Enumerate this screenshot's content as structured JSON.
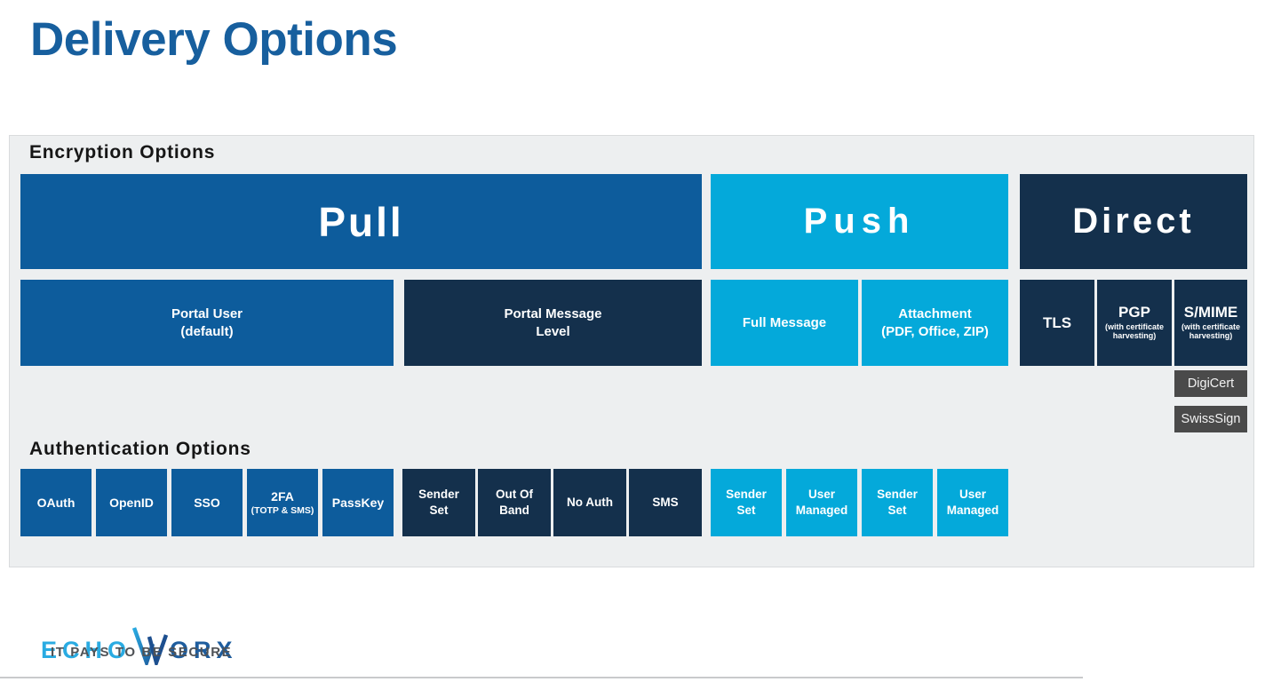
{
  "title": "Delivery Options",
  "sections": {
    "encryption_label": "Encryption Options",
    "authentication_label": "Authentication Options"
  },
  "encryption": {
    "headers": {
      "pull": "Pull",
      "push": "Push",
      "direct": "Direct"
    },
    "pull_options": {
      "portal_user": {
        "line1": "Portal User",
        "line2": "(default)"
      },
      "portal_message": {
        "line1": "Portal Message",
        "line2": "Level"
      }
    },
    "push_options": {
      "full_message": "Full Message",
      "attachment": {
        "line1": "Attachment",
        "line2": "(PDF, Office, ZIP)"
      }
    },
    "direct_options": {
      "tls": "TLS",
      "pgp": {
        "label": "PGP",
        "sub": "(with certificate harvesting)"
      },
      "smime": {
        "label": "S/MIME",
        "sub": "(with certificate harvesting)"
      },
      "certificate_authorities": [
        "DigiCert",
        "SwissSign"
      ]
    }
  },
  "authentication": {
    "pull_user_methods": [
      {
        "label": "OAuth"
      },
      {
        "label": "OpenID"
      },
      {
        "label": "SSO"
      },
      {
        "label": "2FA",
        "sub": "(TOTP & SMS)"
      },
      {
        "label": "PassKey"
      }
    ],
    "pull_message_methods": [
      {
        "line1": "Sender",
        "line2": "Set"
      },
      {
        "line1": "Out Of",
        "line2": "Band"
      },
      {
        "line1": "No Auth",
        "line2": ""
      },
      {
        "line1": "SMS",
        "line2": ""
      }
    ],
    "push_methods": [
      {
        "line1": "Sender",
        "line2": "Set"
      },
      {
        "line1": "User",
        "line2": "Managed"
      },
      {
        "line1": "Sender",
        "line2": "Set"
      },
      {
        "line1": "User",
        "line2": "Managed"
      }
    ]
  },
  "footer": {
    "logo_echo": "ECHO",
    "logo_orx": "ORX",
    "tagline": "IT PAYS TO BE SECURE"
  },
  "colors": {
    "title_blue": "#175f9e",
    "pull_blue": "#0d5c9c",
    "push_cyan": "#04a9da",
    "direct_navy": "#14304c",
    "ca_gray": "#4a4a4a",
    "panel_bg": "#edeff0"
  }
}
